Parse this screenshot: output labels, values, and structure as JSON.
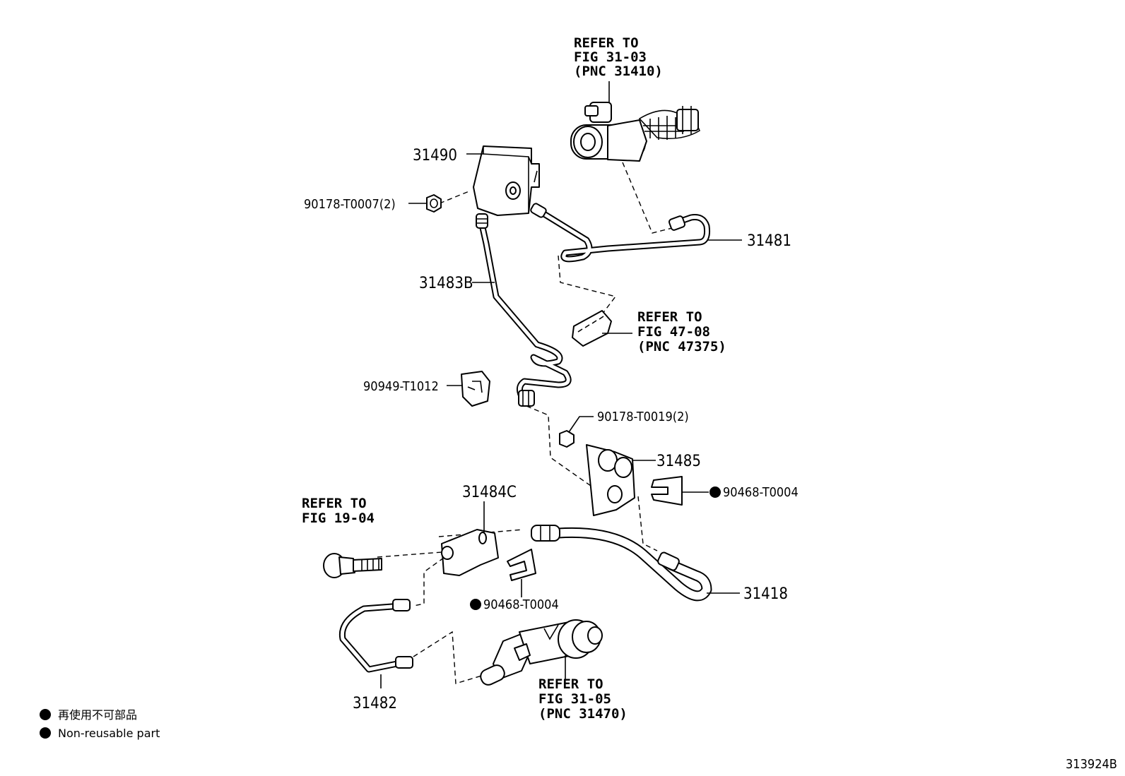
{
  "refs": {
    "ref_master_cyl": [
      "REFER TO",
      "FIG 31-03",
      "(PNC 31410)"
    ],
    "ref_clamp": [
      "REFER TO",
      "FIG 47-08",
      "(PNC 47375)"
    ],
    "ref_bolt": [
      "REFER TO",
      "FIG 19-04"
    ],
    "ref_release_cyl": [
      "REFER TO",
      "FIG 31-05",
      "(PNC 31470)"
    ]
  },
  "parts": {
    "p31490": "31490",
    "p90178_t0007": "90178-T0007(2)",
    "p31481": "31481",
    "p31483b": "31483B",
    "p90949_t1012": "90949-T1012",
    "p90178_t0019": "90178-T0019(2)",
    "p31485": "31485",
    "p90468_t0004_a": "90468-T0004",
    "p31484c": "31484C",
    "p31418": "31418",
    "p90468_t0004_b": "90468-T0004",
    "p31482": "31482"
  },
  "legend": {
    "jp": "再使用不可部品",
    "en": "Non-reusable part"
  },
  "figure_id": "313924B"
}
